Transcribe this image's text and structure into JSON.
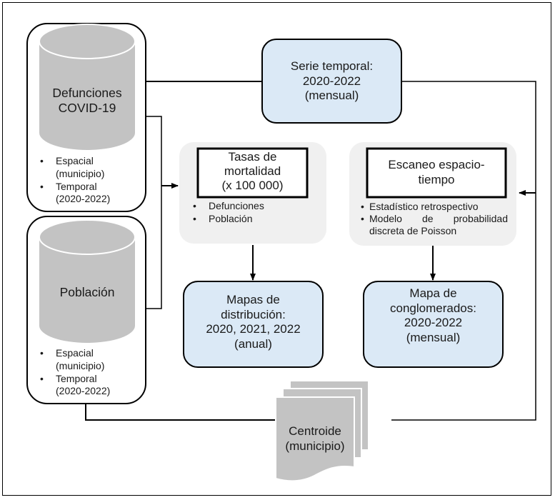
{
  "colors": {
    "cylinder_fill": "#c3c3c3",
    "result_box_fill": "#dbe9f6",
    "process_panel_fill": "#f0f0f0",
    "line": "#000000"
  },
  "sources": {
    "deaths": {
      "title_line1": "Defunciones",
      "title_line2": "COVID-19",
      "bullets": [
        {
          "line1": "Espacial",
          "line2": "(municipio)"
        },
        {
          "line1": "Temporal",
          "line2": "(2020-2022)"
        }
      ]
    },
    "population": {
      "title": "Población",
      "bullets": [
        {
          "line1": "Espacial",
          "line2": "(municipio)"
        },
        {
          "line1": "Temporal",
          "line2": "(2020-2022)"
        }
      ]
    }
  },
  "time_series": {
    "line1": "Serie temporal:",
    "line2": "2020-2022",
    "line3": "(mensual)"
  },
  "mortality_rates": {
    "line1": "Tasas de",
    "line2": "mortalidad",
    "line3": "(x 100 000)",
    "bullets": [
      "Defunciones",
      "Población"
    ]
  },
  "space_time_scan": {
    "line1": "Escaneo espacio-",
    "line2": "tiempo",
    "bullets": [
      "Estadístico retrospectivo",
      "Modelo de probabilidad discreta de Poisson"
    ],
    "bullet2_line1": "Modelo de probabilidad",
    "bullet2_line2": "discreta de Poisson"
  },
  "distribution_maps": {
    "line1": "Mapas de",
    "line2": "distribución:",
    "line3": "2020, 2021, 2022",
    "line4": "(anual)"
  },
  "cluster_map": {
    "line1": "Mapa de",
    "line2": "conglomerados:",
    "line3": "2020-2022",
    "line4": "(mensual)"
  },
  "centroid": {
    "line1": "Centroide",
    "line2": "(municipio)"
  },
  "bullet_char": "•"
}
